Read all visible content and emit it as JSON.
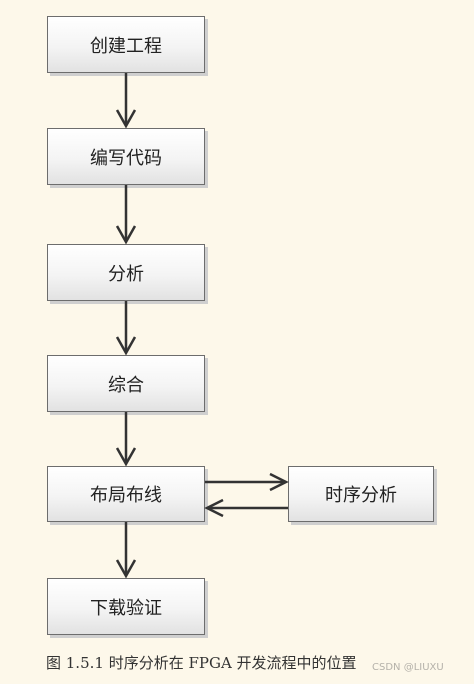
{
  "diagram": {
    "steps": [
      "创建工程",
      "编写代码",
      "分析",
      "综合",
      "布局布线",
      "下载验证"
    ],
    "side_step": "时序分析",
    "caption": "图 1.5.1 时序分析在 FPGA 开发流程中的位置",
    "watermark": "CSDN @LIUXU"
  }
}
